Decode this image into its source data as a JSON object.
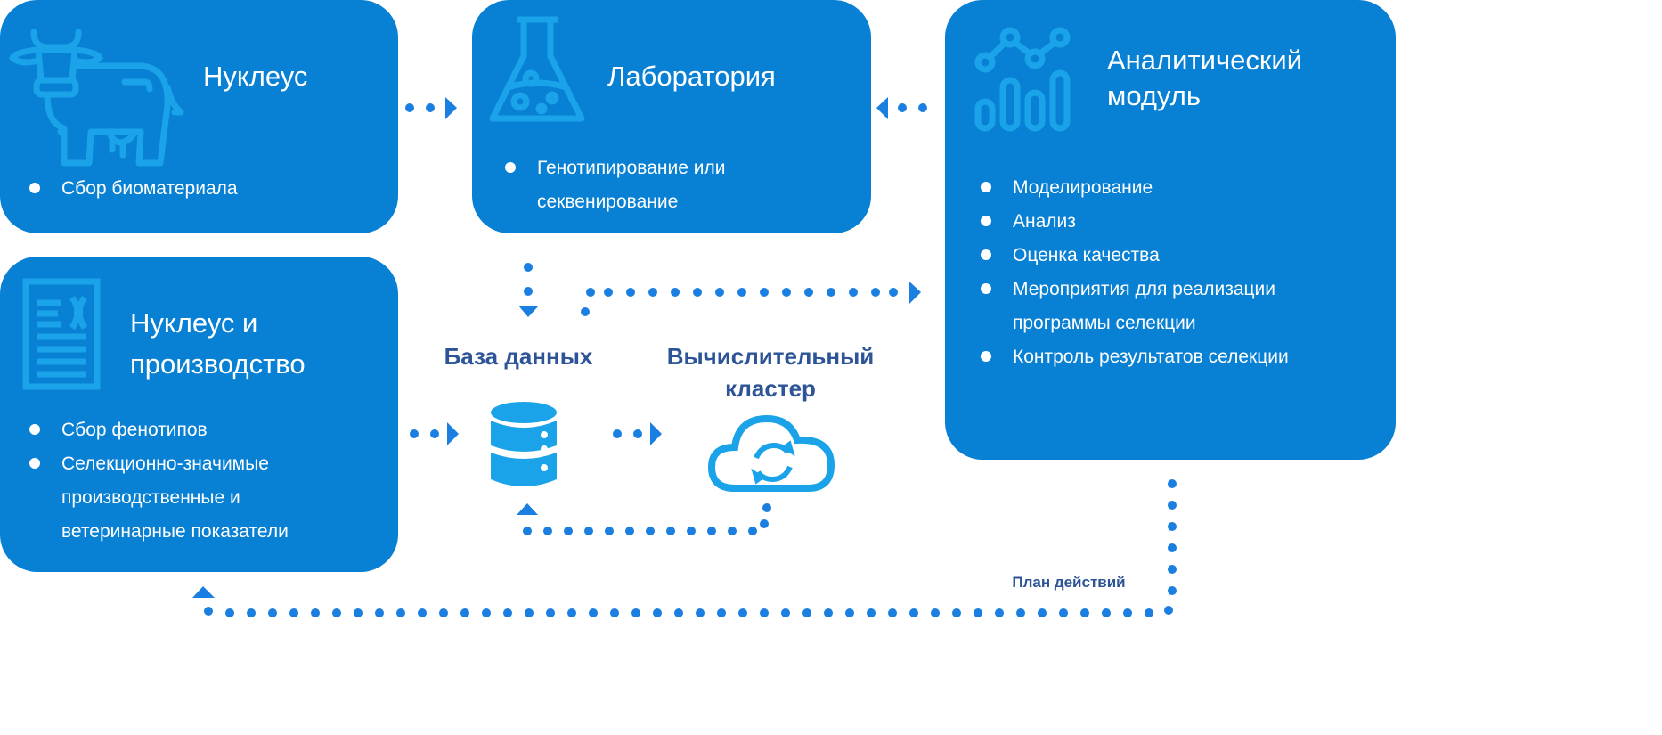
{
  "nucleus": {
    "title": "Нуклеус",
    "items": [
      "Сбор биоматериала"
    ]
  },
  "laboratory": {
    "title": "Лаборатория",
    "items": [
      "Генотипирование или секвенирование"
    ]
  },
  "analytics": {
    "title_line1": "Аналитический",
    "title_line2": "модуль",
    "items": [
      "Моделирование",
      "Анализ",
      "Оценка качества",
      "Мероприятия для реализации программы селекции",
      "Контроль результатов селекции"
    ]
  },
  "production": {
    "title_line1": "Нуклеус и",
    "title_line2": "производство",
    "items": [
      "Сбор фенотипов",
      "Селекционно-значимые производственные и ветеринарные показатели"
    ]
  },
  "database": {
    "label": "База данных"
  },
  "cluster": {
    "label_line1": "Вычислительный",
    "label_line2": "кластер"
  },
  "action_plan": {
    "label": "План действий"
  },
  "colors": {
    "box": "#0880d4",
    "icon": "#1aa3e8",
    "label": "#2d5496",
    "connector": "#1a7fe0"
  }
}
